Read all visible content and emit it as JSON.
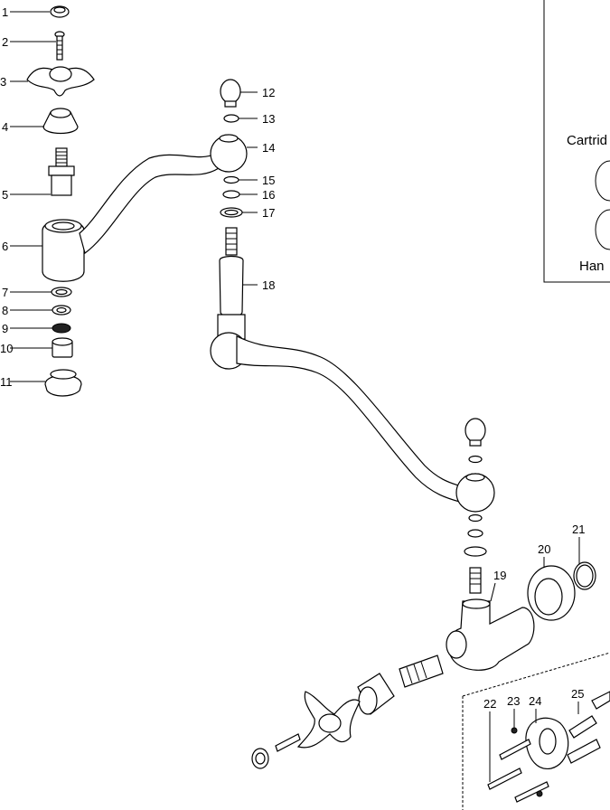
{
  "labels": {
    "p1": "1",
    "p2": "2",
    "p3": "3",
    "p4": "4",
    "p5": "5",
    "p6": "6",
    "p7": "7",
    "p8": "8",
    "p9": "9",
    "p10": "10",
    "p11": "11",
    "p12": "12",
    "p13": "13",
    "p14": "14",
    "p15": "15",
    "p16": "16",
    "p17": "17",
    "p18": "18",
    "p19": "19",
    "p20": "20",
    "p21": "21",
    "p22": "22",
    "p23": "23",
    "p24": "24",
    "p25": "25"
  },
  "inset_box": {
    "cartridge_text": "Cartrid",
    "handle_text": "Han"
  }
}
